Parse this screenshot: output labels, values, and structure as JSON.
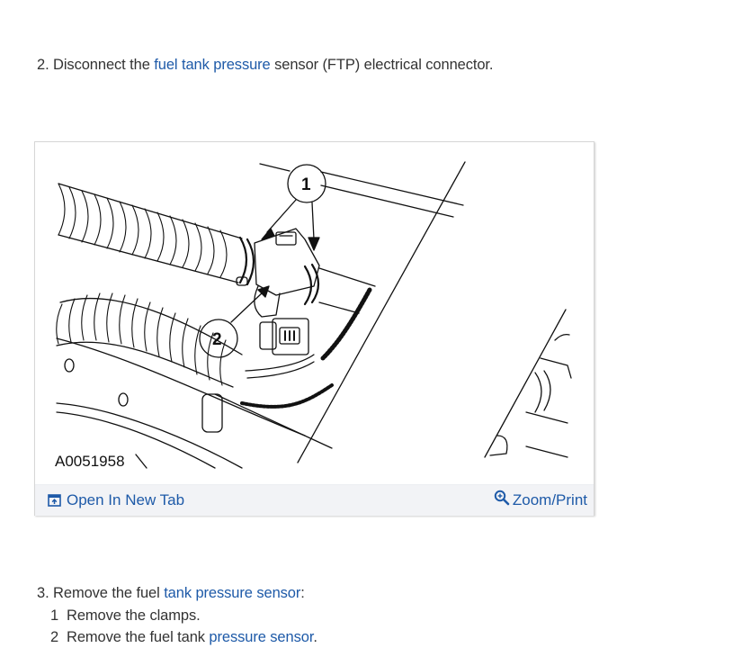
{
  "step2": {
    "number": "2.",
    "text_before": "Disconnect the",
    "link": "fuel tank pressure",
    "text_after": "sensor (FTP) electrical connector."
  },
  "figure": {
    "figure_id": "A0051958",
    "callouts": [
      "1",
      "2"
    ],
    "footer": {
      "open_tab_label": "Open In New Tab",
      "open_tab_icon": "open-new-tab-icon",
      "zoom_label": "Zoom/Print",
      "zoom_icon": "zoom-in-icon"
    }
  },
  "step3": {
    "number": "3.",
    "text_before": "Remove the fuel",
    "link": "tank pressure sensor",
    "text_after": ":",
    "substeps": [
      {
        "number": "1",
        "text": "Remove the clamps.",
        "link": "",
        "text_after": ""
      },
      {
        "number": "2",
        "text": "Remove the fuel tank",
        "link": "pressure sensor",
        "text_after": "."
      }
    ]
  },
  "colors": {
    "link": "#1e5aa8",
    "body_text": "#333333",
    "footer_bg": "#f2f3f6",
    "card_border": "#d6d6d6"
  }
}
